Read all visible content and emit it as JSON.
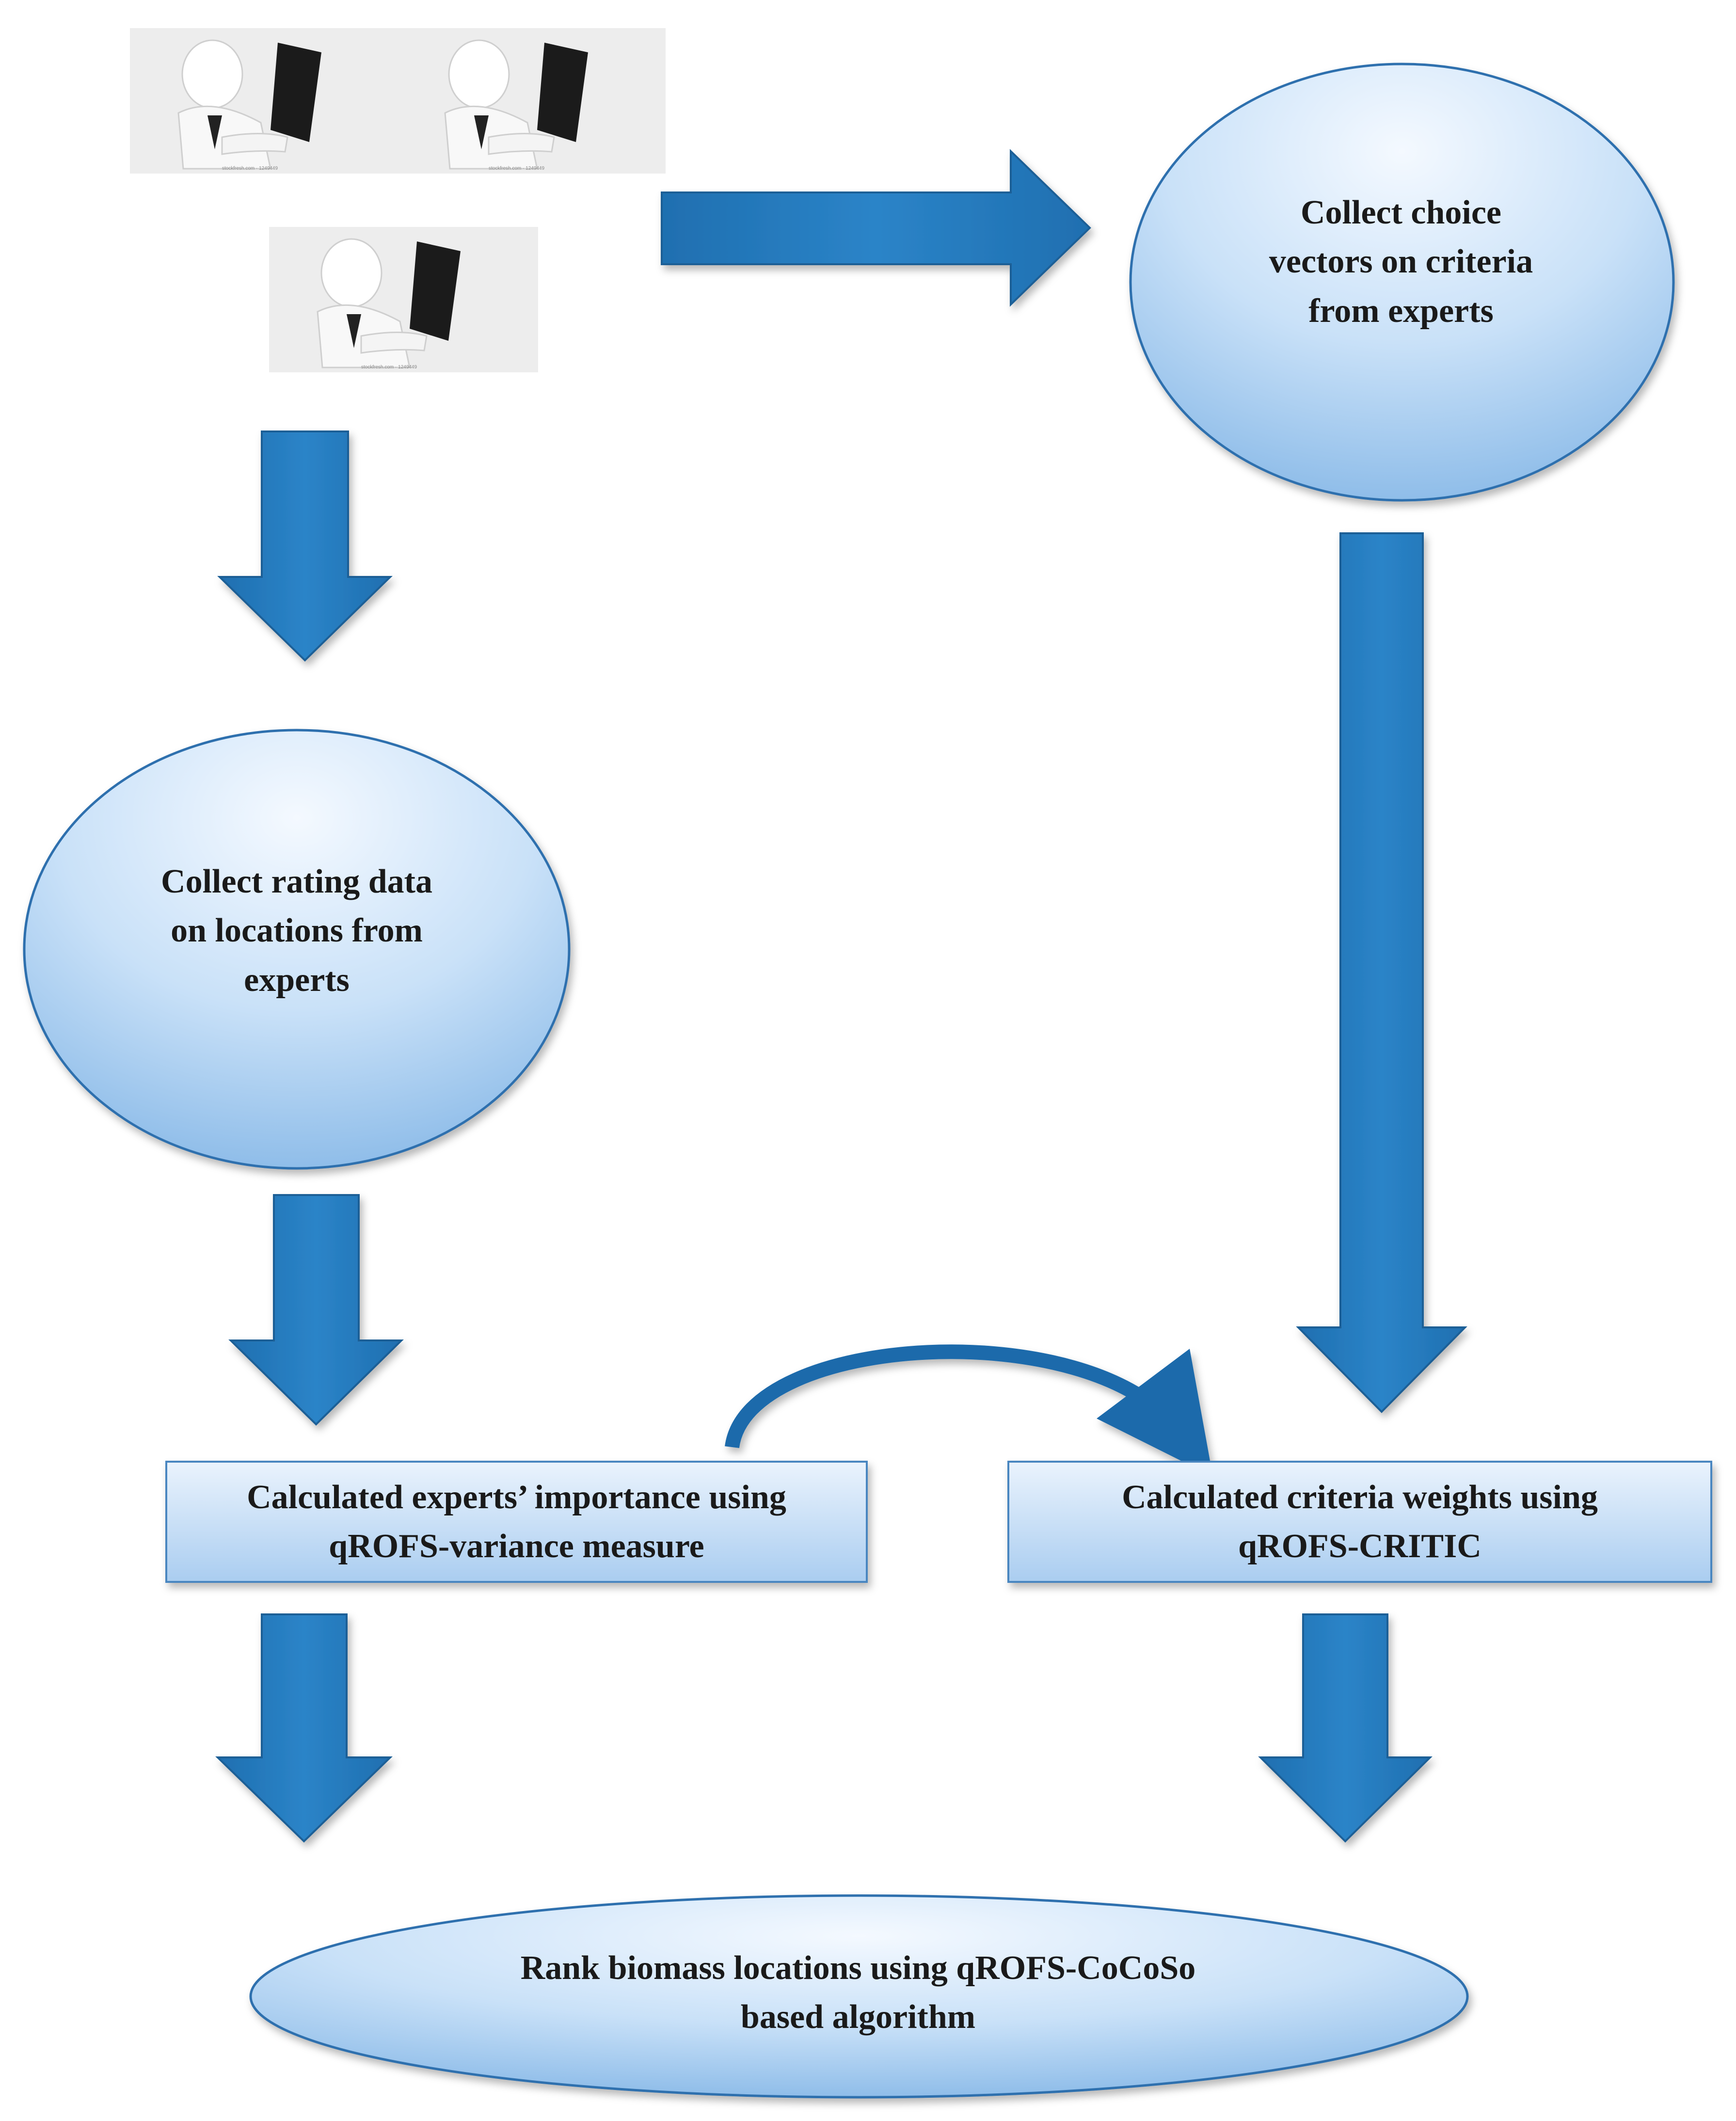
{
  "nodes": {
    "choice_vectors": "Collect choice\nvectors on criteria\nfrom experts",
    "rating_data": "Collect rating data\non locations from\nexperts",
    "experts_importance": "Calculated experts’ importance using\nqROFS-variance measure",
    "criteria_weights": "Calculated criteria weights using\nqROFS-CRITIC",
    "rank_locations": "Rank biomass locations using qROFS-CoCoSo\nbased algorithm"
  },
  "images": {
    "expert_figure_1": "expert-at-laptop",
    "expert_figure_2": "expert-at-laptop",
    "expert_figure_3": "expert-at-laptop"
  },
  "colors": {
    "arrow_fill": "#2a7fc1",
    "arrow_stroke": "#1d5f96",
    "node_fill_light": "#eef6ff",
    "node_fill_dark": "#9cc8ee",
    "node_stroke": "#2e6fae",
    "box_fill_light": "#e6f1fc",
    "box_fill_dark": "#b4d4f2"
  }
}
